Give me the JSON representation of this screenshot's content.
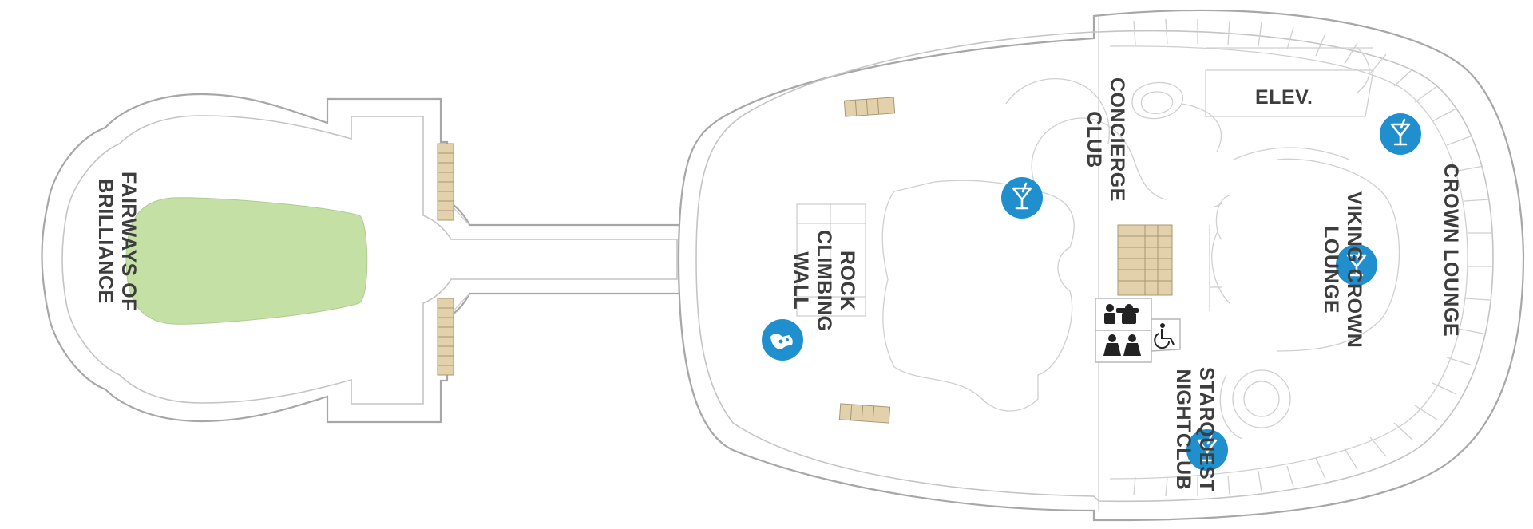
{
  "map": {
    "areas": [
      {
        "id": "fairways",
        "text": "FAIRWAYS OF BRILLIANCE",
        "lines": [
          "FAIRWAYS OF",
          "BRILLIANCE"
        ]
      },
      {
        "id": "rock",
        "text": "ROCK CLIMBING WALL",
        "lines": [
          "ROCK",
          "CLIMBING",
          "WALL"
        ]
      },
      {
        "id": "concierge",
        "text": "CONCIERGE CLUB",
        "lines": [
          "CONCIERGE",
          "CLUB"
        ]
      },
      {
        "id": "elev",
        "text": "ELEV.",
        "lines": [
          "ELEV."
        ]
      },
      {
        "id": "viking",
        "text": "VIKING CROWN LOUNGE",
        "lines": [
          "VIKING CROWN",
          "LOUNGE"
        ]
      },
      {
        "id": "crown",
        "text": "CROWN LOUNGE",
        "lines": [
          "CROWN LOUNGE"
        ]
      },
      {
        "id": "starquest",
        "text": "STARQUEST NIGHTCLUB",
        "lines": [
          "STARQUEST",
          "NIGHTCLUB"
        ]
      }
    ],
    "icons": [
      {
        "id": "cocktail-concierge",
        "type": "cocktail-icon"
      },
      {
        "id": "cocktail-crown",
        "type": "cocktail-icon"
      },
      {
        "id": "cocktail-viking",
        "type": "cocktail-icon"
      },
      {
        "id": "cocktail-starquest",
        "type": "cocktail-icon"
      },
      {
        "id": "rock-climbing",
        "type": "rock-climbing-icon"
      },
      {
        "id": "restroom-men",
        "type": "men-restroom-icon"
      },
      {
        "id": "restroom-women",
        "type": "women-restroom-icon"
      },
      {
        "id": "accessible",
        "type": "wheelchair-icon"
      }
    ],
    "colors": {
      "icon_blue": "#1f8fce",
      "green": "#c4e0a5",
      "stairs": "#e3d1ac",
      "outline": "#a7a7a7",
      "text": "#3d3d3d"
    }
  }
}
